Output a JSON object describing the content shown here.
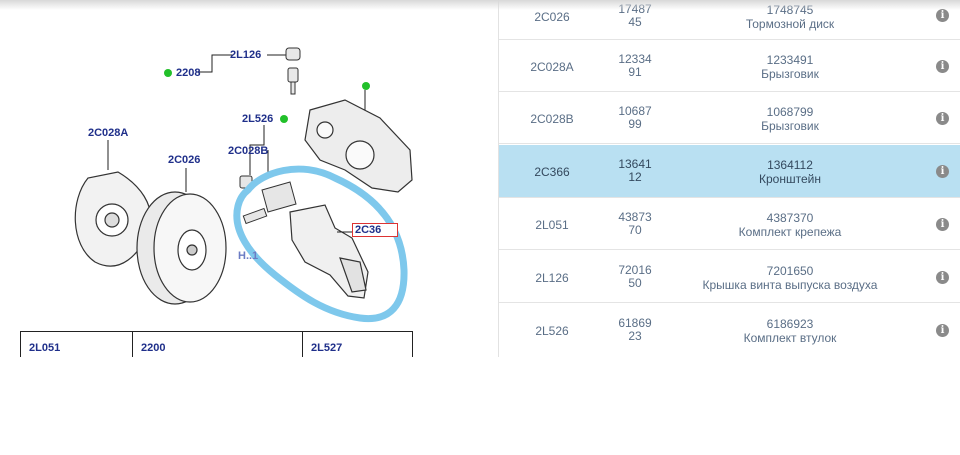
{
  "diagram": {
    "callouts": [
      {
        "id": "2L126",
        "text": "2L126"
      },
      {
        "id": "2208",
        "text": "2208"
      },
      {
        "id": "2L526",
        "text": "2L526"
      },
      {
        "id": "2C028A",
        "text": "2C028A"
      },
      {
        "id": "2C026",
        "text": "2C026"
      },
      {
        "id": "2C028B",
        "text": "2C028B"
      },
      {
        "id": "2C366",
        "text": "2C36"
      },
      {
        "id": "partial",
        "text": "H..1"
      }
    ],
    "legend": [
      "2L051",
      "2200",
      "2L527"
    ],
    "highlight_color": "#7ec8ec",
    "callout_color": "#1f2f8a",
    "dot_color": "#22c02a"
  },
  "parts": [
    {
      "code": "2C026",
      "num1": "17487",
      "num2": "45",
      "part_no": "1748745",
      "desc": "Тормозной диск",
      "selected": false
    },
    {
      "code": "2C028A",
      "num1": "12334",
      "num2": "91",
      "part_no": "1233491",
      "desc": "Брызговик",
      "selected": false
    },
    {
      "code": "2C028B",
      "num1": "10687",
      "num2": "99",
      "part_no": "1068799",
      "desc": "Брызговик",
      "selected": false
    },
    {
      "code": "2C366",
      "num1": "13641",
      "num2": "12",
      "part_no": "1364112",
      "desc": "Кронштейн",
      "selected": true
    },
    {
      "code": "2L051",
      "num1": "43873",
      "num2": "70",
      "part_no": "4387370",
      "desc": "Комплект крепежа",
      "selected": false
    },
    {
      "code": "2L126",
      "num1": "72016",
      "num2": "50",
      "part_no": "7201650",
      "desc": "Крышка винта выпуска воздуха",
      "selected": false
    },
    {
      "code": "2L526",
      "num1": "61869",
      "num2": "23",
      "part_no": "6186923",
      "desc": "Комплект втулок",
      "selected": false
    }
  ],
  "info_icon_glyph": "i",
  "colors": {
    "selected_row": "#b9e0f2",
    "text": "#5a6e86",
    "info_icon": "#8a8a8a"
  }
}
